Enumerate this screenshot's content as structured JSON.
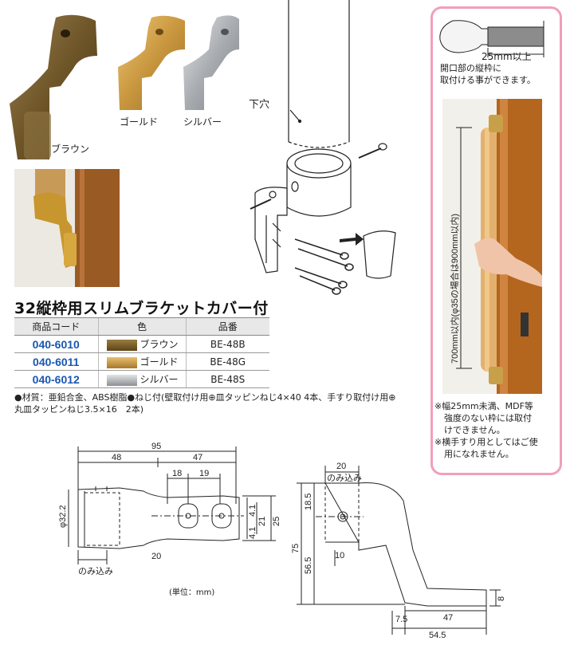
{
  "captions": {
    "brown": "ブラウン",
    "gold": "ゴールド",
    "silver": "シルバー",
    "hole": "下穴"
  },
  "title": "32縦枠用スリムブラケットカバー付",
  "table": {
    "headers": [
      "商品コード",
      "色",
      "品番"
    ],
    "rows": [
      {
        "code": "040-6010",
        "color": "ブラウン",
        "swatch": "#7a6030",
        "part": "BE-48B"
      },
      {
        "code": "040-6011",
        "color": "ゴールド",
        "swatch": "#c89a40",
        "part": "BE-48G"
      },
      {
        "code": "040-6012",
        "color": "シルバー",
        "swatch": "#b8bcc0",
        "part": "BE-48S"
      }
    ]
  },
  "notes": {
    "line1": "●材質：亜鉛合金、ABS樹脂●ねじ付(壁取付け用⊕皿タッピンねじ4×40 4本、手すり取付け用⊕",
    "line2": "丸皿タッピンねじ3.5×16　2本)"
  },
  "side_panel": {
    "dim_label": "25mm以上",
    "note_top_1": "開口部の縦枠に",
    "note_top_2": "取付ける事ができます。",
    "vertical_label": "700mm以内(φ35の場合は900mm以内)",
    "note_bottom_1": "※幅25mm未満、MDF等",
    "note_bottom_2": "強度のない枠には取付",
    "note_bottom_3": "けできません。",
    "note_bottom_4": "※横手すり用としてはご使",
    "note_bottom_5": "用になれません。"
  },
  "drawing_left": {
    "d95": "95",
    "d48": "48",
    "d47": "47",
    "d18": "18",
    "d19": "19",
    "d41a": "4.1",
    "d41b": "4.1",
    "d21": "21",
    "d25": "25",
    "phi": "φ32.2",
    "d20": "20",
    "nomikomi": "のみ込み"
  },
  "drawing_right": {
    "d20": "20",
    "nomikomi": "のみ込み",
    "d185": "18.5",
    "d75": "75",
    "d565": "56.5",
    "d10": "10",
    "d75s": "7.5",
    "d47": "47",
    "d545": "54.5",
    "d8": "8"
  },
  "unit": "(単位：mm)",
  "colors": {
    "brown": "#7a6030",
    "gold": "#c89a40",
    "silver": "#a9adb2",
    "code_blue": "#1a56b0",
    "panel_border": "#f0a0b8",
    "wood": "#c98a46"
  }
}
